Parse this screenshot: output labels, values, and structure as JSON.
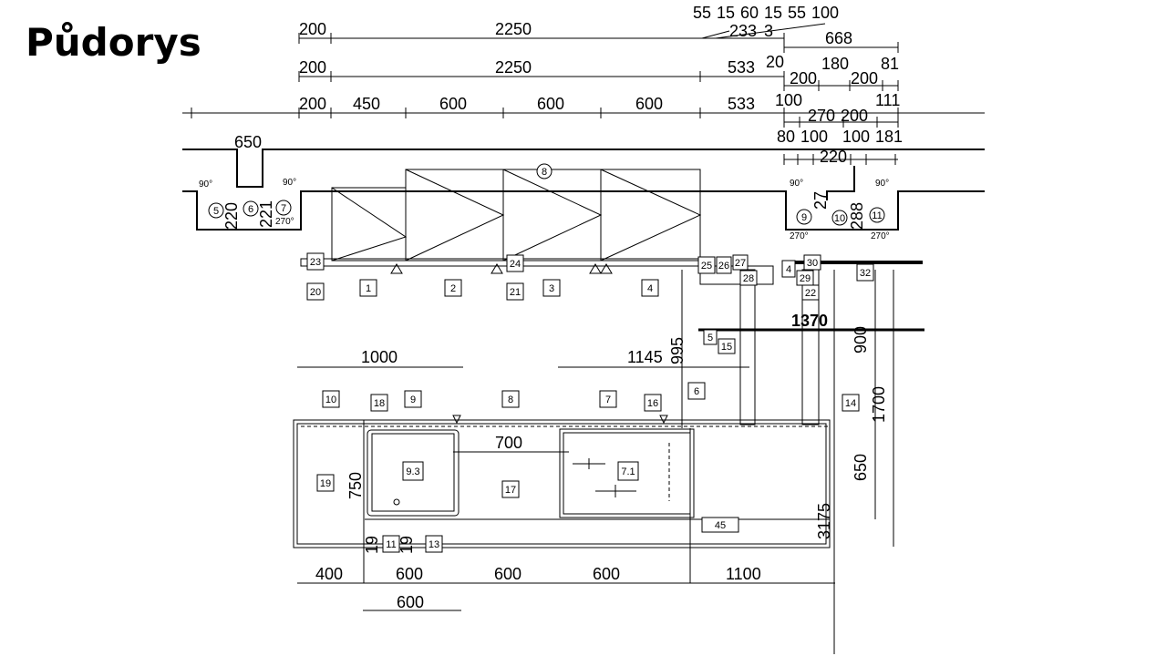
{
  "title": "Půdorys",
  "dimensions": {
    "row0": [
      "55",
      "15",
      "60",
      "15",
      "55",
      "100",
      "233",
      "3",
      "668"
    ],
    "row1": [
      "200",
      "2250",
      "533",
      "20",
      "200",
      "180",
      "200",
      "81"
    ],
    "row2": [
      "200",
      "450",
      "600",
      "600",
      "600",
      "533",
      "100",
      "270",
      "200",
      "111"
    ],
    "row3": [
      "80",
      "100",
      "220",
      "100",
      "181"
    ],
    "wall": [
      "650",
      "220"
    ],
    "vertical": [
      "220",
      "221",
      "27",
      "288",
      "995",
      "900",
      "1700",
      "650",
      "750",
      "3175",
      "19",
      "19"
    ],
    "horizontal": [
      "1370",
      "1000",
      "1145",
      "700"
    ],
    "bottom": [
      "400",
      "600",
      "600",
      "600",
      "1100",
      "600"
    ]
  },
  "angles": [
    "90°",
    "90°",
    "270°",
    "90°",
    "90°",
    "270°",
    "270°"
  ],
  "circle_tags": [
    "8",
    "5",
    "6",
    "7",
    "9",
    "10",
    "11"
  ],
  "box_tags": [
    "23",
    "24",
    "25",
    "26",
    "27",
    "28",
    "4",
    "29",
    "30",
    "22",
    "32",
    "20",
    "1",
    "2",
    "21",
    "3",
    "4",
    "5",
    "15",
    "10",
    "18",
    "9",
    "8",
    "7",
    "16",
    "6",
    "14",
    "19",
    "9.3",
    "17",
    "7.1",
    "11",
    "13",
    "45"
  ]
}
